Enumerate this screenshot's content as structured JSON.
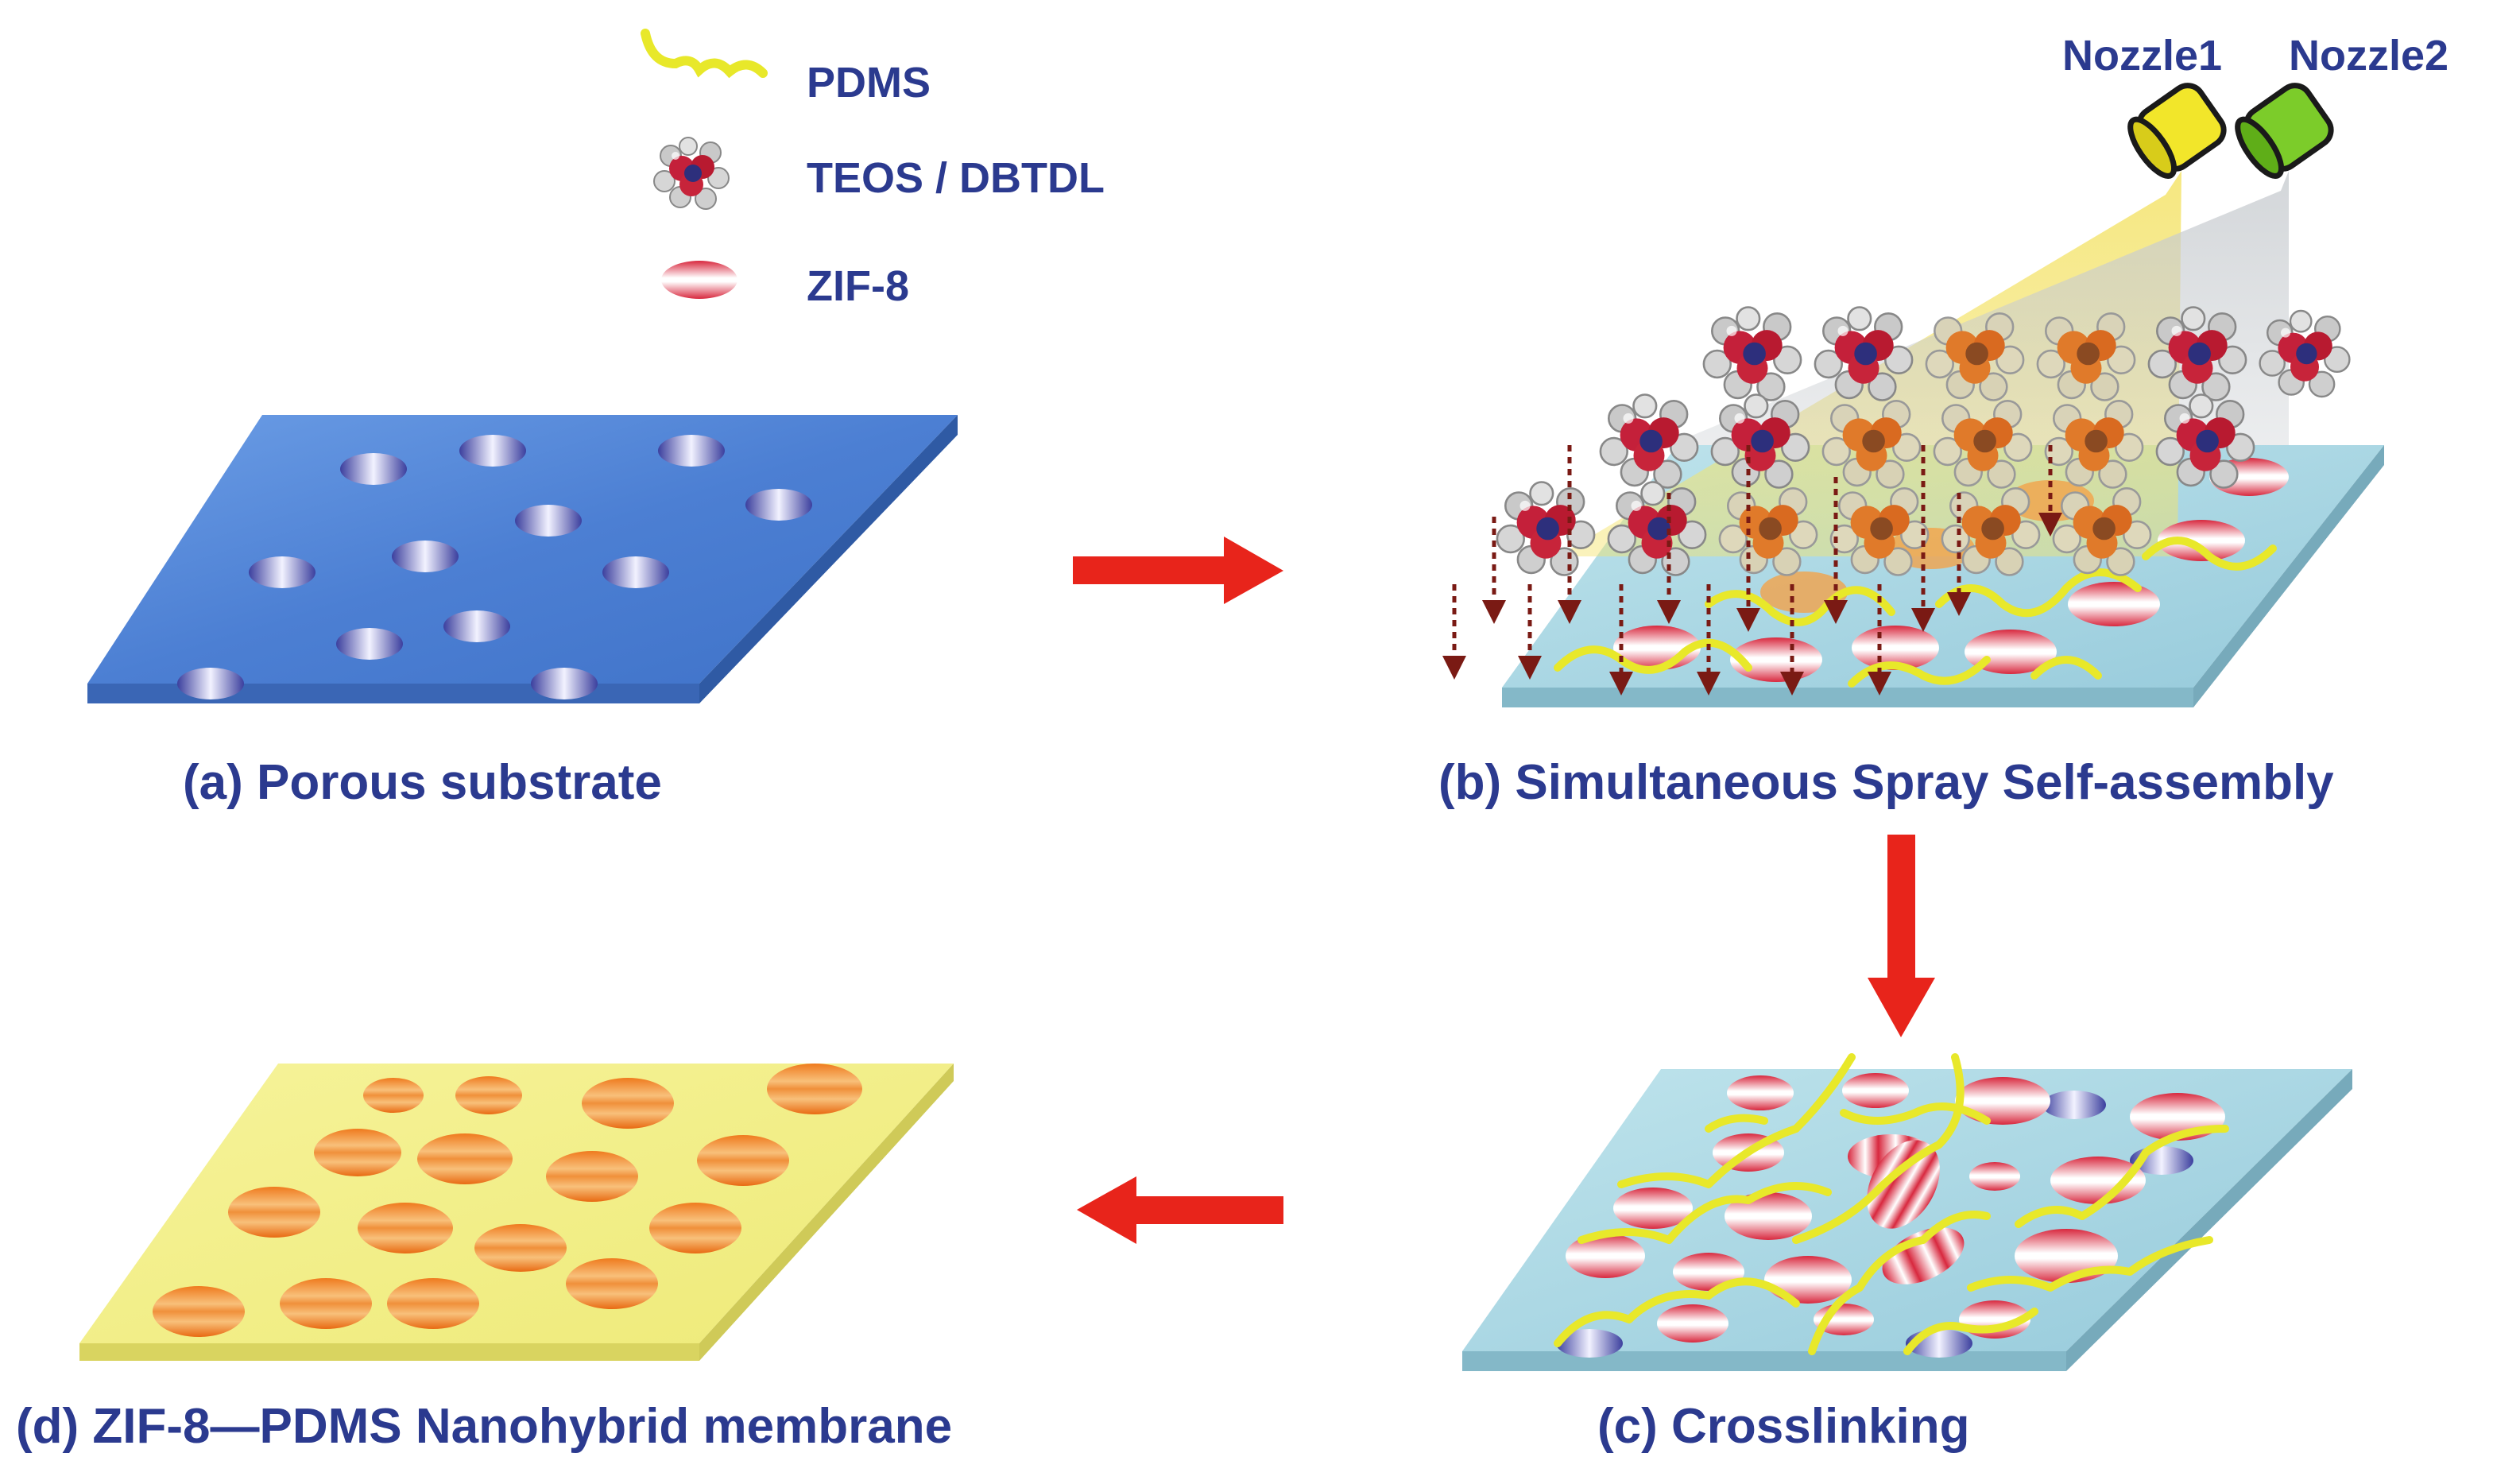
{
  "legend": {
    "items": [
      {
        "label": "PDMS",
        "icon": "pdms-chain-icon"
      },
      {
        "label": "TEOS / DBTDL",
        "icon": "molecule-cluster-icon"
      },
      {
        "label": "ZIF-8",
        "icon": "zif8-particle-icon"
      }
    ]
  },
  "nozzles": [
    "Nozzle1",
    "Nozzle2"
  ],
  "panels": {
    "a": {
      "caption": "(a) Porous substrate"
    },
    "b": {
      "caption": "(b) Simultaneous Spray Self-assembly"
    },
    "c": {
      "caption": "(c)  Crosslinking"
    },
    "d": {
      "caption": "(d) ZIF-8—PDMS Nanohybrid membrane"
    }
  },
  "colors": {
    "text": "#2b3a8f",
    "substrate_blue": "#4f86d6",
    "substrate_cyan": "#a9d8e4",
    "membrane_yellow": "#f3f08a",
    "arrow": "#e8241b",
    "pdms": "#e8e82a",
    "zif8": "#e0485a",
    "zif8_orange": "#ef8a2a",
    "nozzle1": "#f2e62a",
    "nozzle2": "#7ccc2a",
    "drip": "#7a1a14"
  }
}
